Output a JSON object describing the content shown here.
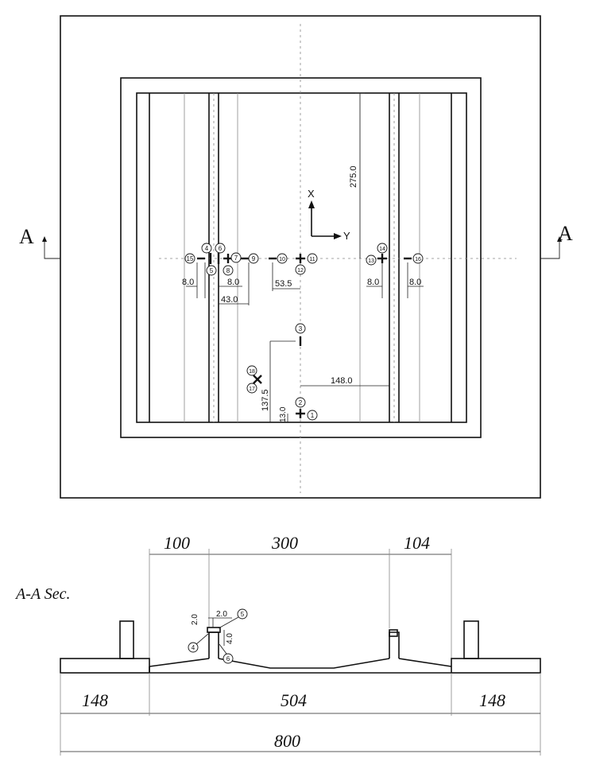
{
  "section_marker": {
    "left": "A",
    "right": "A"
  },
  "axes": {
    "x_label": "X",
    "y_label": "Y"
  },
  "plan_dimensions": {
    "d275": "275.0",
    "d8a": "8.0",
    "d8b": "8.0",
    "d43": "43.0",
    "d53": "53.5",
    "d8c": "8.0",
    "d8d": "8.0",
    "d148": "148.0",
    "d137": "137.5",
    "d13": "13.0"
  },
  "gauges": [
    "1",
    "2",
    "3",
    "4",
    "5",
    "6",
    "7",
    "8",
    "9",
    "10",
    "11",
    "12",
    "13",
    "14",
    "15",
    "16",
    "17",
    "18"
  ],
  "section": {
    "title": "A-A Sec.",
    "top_dims": [
      "100",
      "300",
      "104"
    ],
    "bottom_dims": [
      "148",
      "504",
      "148"
    ],
    "total": "800",
    "detail": {
      "d1": "2.0",
      "d2": "2.0",
      "d3": "4.0",
      "g4": "4",
      "g5": "5",
      "g6": "6"
    }
  }
}
